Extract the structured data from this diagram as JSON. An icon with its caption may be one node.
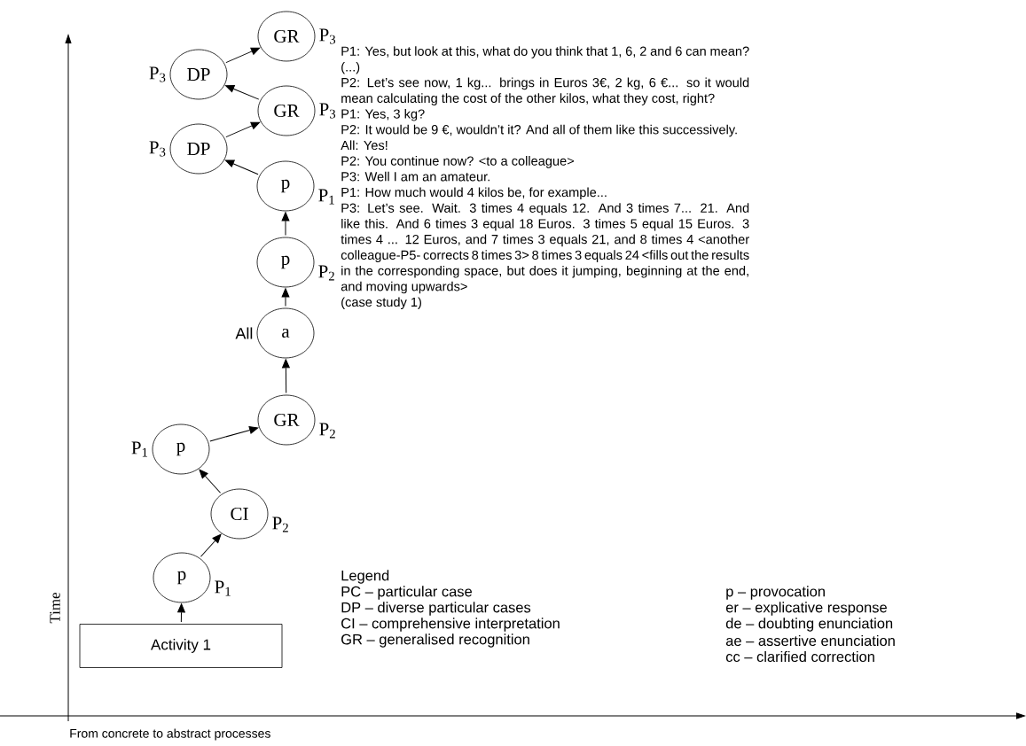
{
  "diagram": {
    "nodes": [
      {
        "text": [
          "Activity 1"
        ]
      },
      {
        "text": [
          "p"
        ],
        "beside": [
          "P$_{1}$"
        ]
      },
      {
        "text": [
          "CI"
        ],
        "beside": [
          "P$_{2}$"
        ]
      },
      {
        "text": [
          "p"
        ],
        "beside": [
          "P$_{1}$"
        ]
      },
      {
        "text": [
          "GR"
        ],
        "beside": [
          "P$_{2}$"
        ]
      },
      {
        "text": [
          "a"
        ],
        "beside": [
          "All"
        ]
      },
      {
        "text": [
          "p"
        ],
        "beside": [
          "P$_{2}$"
        ]
      },
      {
        "text": [
          "p"
        ],
        "beside": [
          "P$_{1}$"
        ]
      },
      {
        "text": [
          "DP"
        ],
        "beside": [
          "P$_{3}$"
        ]
      },
      {
        "text": [
          "GR"
        ],
        "beside": [
          "P$_{3}$"
        ]
      },
      {
        "text": [
          "DP"
        ],
        "beside": [
          "P$_{3}$"
        ]
      },
      {
        "text": [
          "GR"
        ],
        "beside": [
          "P$_{3}$"
        ]
      }
    ],
    "edges": [
      {
        "from": 0,
        "to": 1,
        "arrow": "to"
      },
      {
        "from": 1,
        "to": 2,
        "arrow": "to"
      },
      {
        "from": 2,
        "to": 3,
        "arrow": "to"
      },
      {
        "from": 3,
        "to": 4,
        "arrow": "to"
      },
      {
        "from": 4,
        "to": 5,
        "arrow": "to"
      },
      {
        "from": 5,
        "to": 6,
        "arrow": "to"
      },
      {
        "from": 6,
        "to": 7,
        "arrow": "to"
      },
      {
        "from": 7,
        "to": 8,
        "arrow": "to"
      },
      {
        "from": 8,
        "to": 9,
        "arrow": "to"
      },
      {
        "from": 9,
        "to": 10,
        "arrow": "to"
      },
      {
        "from": 10,
        "to": 11,
        "arrow": "to"
      }
    ],
    "labels": [
      "P1: Yes, but look at this, what do you think that 1, 6, 2 and 6 can mean?",
      "(...)",
      "P2: Let’s see now, 1 kg... brings in Euros 3€, 2 kg, 6 €... so it would mean calculating the cost of the other kilos, what they cost, right?",
      "P1: Yes, 3 kg?",
      "P2: It would be 9 €, wouldn’t it? And all of them like this successively.",
      "All: Yes!",
      "P2: You continue now? <to a colleague>",
      "P3: Well I am an amateur.",
      "P1: How much would 4 kilos be, for example...",
      "P3: Let’s see. Wait. 3 times 4 equals 12. And 3 times 7... 21. And like this. And 6 times 3 equal 18 Euros. 3 times 5 equal 15 Euros. 3 times 4 ... 12 Euros, and 7 times 3 equals 21, and 8 times 4 <another colleague-P5- corrects 8 times 3> 8 times 3 equals 24 <fills out the results in the corresponding space, but does it jumping, beginning at the end, and moving upwards>",
      "(case study 1)",
      "Legend",
      "PC – particular case",
      "p – provocation",
      "DP – diverse particular cases",
      "er – explicative response",
      "CI – comprehensive interpretation",
      "de – doubting enunciation",
      "GR – generalised recognition",
      "ae – assertive enunciation",
      "cc – clarified correction",
      "Time",
      "From concrete to abstract processes"
    ]
  }
}
